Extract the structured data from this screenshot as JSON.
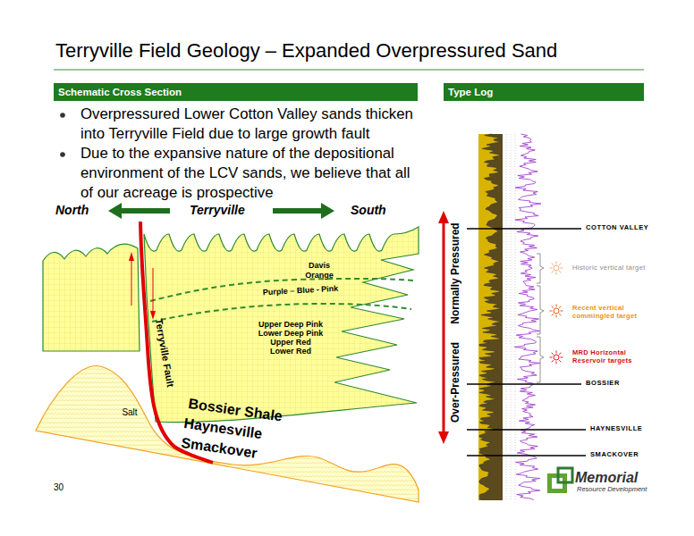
{
  "diagram": {
    "title": "Terryville Field Geology – Expanded Overpressured Sand",
    "nodes": [
      {
        "text": [
          "Schematic Cross Section"
        ]
      },
      {
        "text": [
          "Type Log"
        ]
      },
      {
        "text": [
          "Davis",
          "Orange",
          "Purple – Blue - Pink",
          "Upper Deep Pink",
          "Lower Deep Pink",
          "Upper Red",
          "Lower Red"
        ]
      },
      {
        "text": [
          "Salt"
        ]
      }
    ],
    "labels": [
      "Overpressured Lower Cotton Valley sands thicken into Terryville Field due to large growth fault",
      "Due to the expansive nature of the depositional environment of the LCV sands, we believe that all of our acreage is prospective",
      "North",
      "Terryville",
      "South",
      "Terryville Fault",
      "Bossier Shale",
      "Haynesville",
      "Smackover",
      "Normally Pressured",
      "Over-Pressured",
      "COTTON VALLEY",
      "Historic vertical target",
      "Recent vertical commingled target",
      "MRD Horizontal Reservoir targets",
      "BOSSIER",
      "HAYNESVILLE",
      "SMACKOVER",
      "30",
      "Memorial",
      "Resource Development"
    ]
  }
}
